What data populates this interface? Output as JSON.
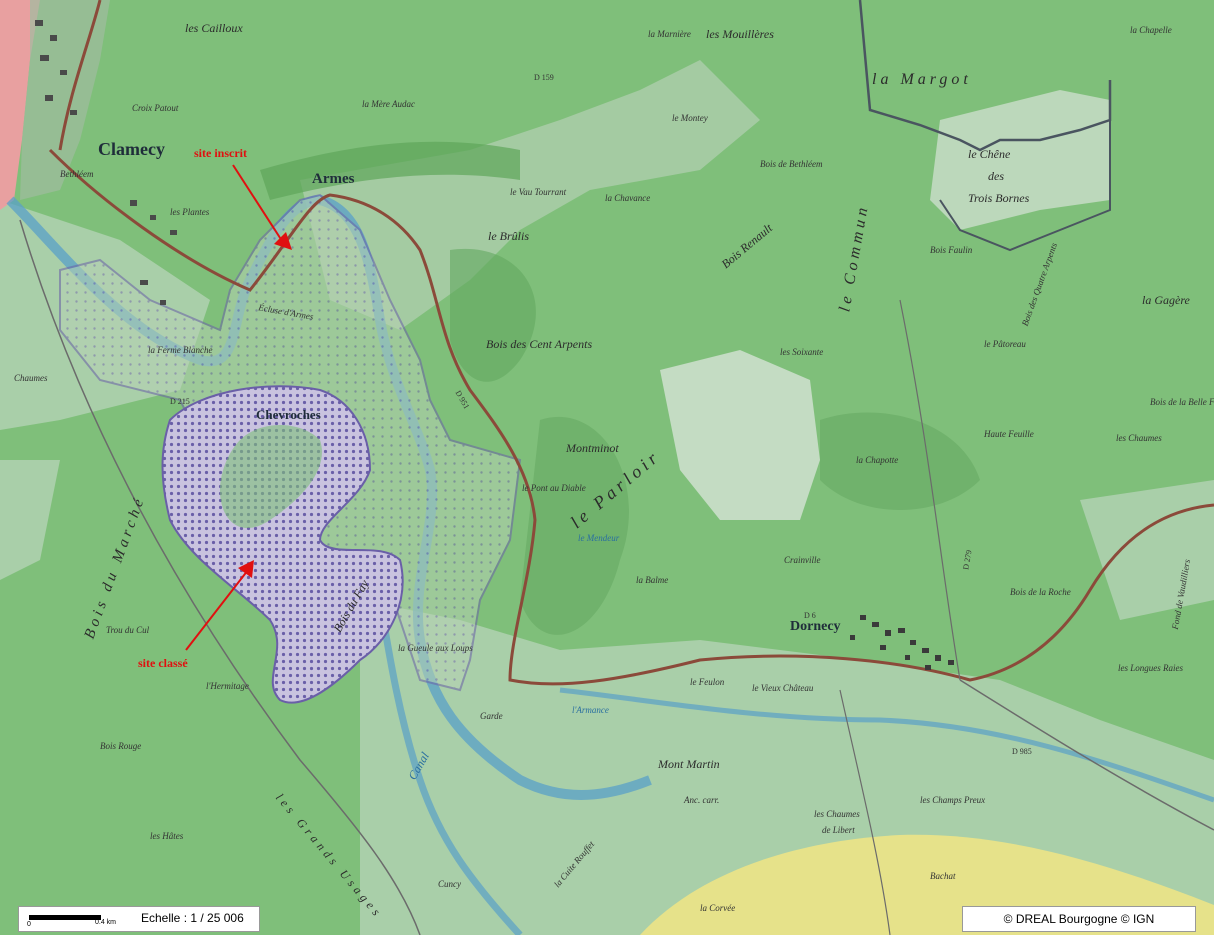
{
  "places": {
    "clamecy": "Clamecy",
    "armes": "Armes",
    "chevroches": "Chevroches",
    "dornecy": "Dornecy",
    "bethleem": "Bethléem",
    "les_plantes": "les Plantes",
    "la_ferme_blanche": "la Ferme Blanche",
    "chaumes": "Chaumes",
    "les_cailloux": "les Cailloux",
    "croix_patout": "Croix Patout",
    "la_mere_audac": "la Mère Audac",
    "la_marniere": "la Marnière",
    "les_mouillees": "les Mouillères",
    "la_margot": "la Margot",
    "le_chene": "le Chêne",
    "des": "des",
    "trois_bornes": "Trois Bornes",
    "la_chapelle": "la Chapelle",
    "le_montey": "le Montey",
    "le_vau_tourrant": "le Vau Tourrant",
    "la_chavance": "la Chavance",
    "bois_de_bethleem": "Bois de Bethléem",
    "le_brulis": "le Brûlis",
    "bois_renault": "Bois Renault",
    "le_commun": "le Commun",
    "bois_faulin": "Bois Faulin",
    "bois_des_quatre_arpents": "Bois des Quatre Arpents",
    "la_gagere": "la Gagère",
    "bois_des_cent_arpents": "Bois des Cent Arpents",
    "les_soixante": "les Soixante",
    "le_patoreau": "le Pâtoreau",
    "montminot": "Montminot",
    "le_parloir": "le Parloir",
    "le_pont_au_diable": "le Pont au Diable",
    "la_chapotte": "la Chapotte",
    "haute_feuille": "Haute Feuille",
    "les_chaumes_top": "les Chaumes",
    "bois_de_la_belle_foret": "Bois de la Belle Forêt",
    "bois_de_la_roche": "Bois de la Roche",
    "crainville": "Crainville",
    "bois_du_marche": "Bois du Marché",
    "bois_du_fay": "Bois du Fay",
    "la_gueule_aux_loups": "la Gueule aux Loups",
    "le_feulon": "le Feulon",
    "le_vieux_chateau": "le Vieux Château",
    "mont_martin": "Mont Martin",
    "anc_carr": "Anc. carr.",
    "les_chaumes_de_libert": "les Chaumes",
    "de_libert": "de Libert",
    "les_champs_preux": "les Champs Preux",
    "bois_rouge": "Bois Rouge",
    "l_hermitage": "l'Hermitage",
    "trou_du_cul": "Trou du Cul",
    "les_hates": "les Hâtes",
    "les_grands_usages": "les Grands Usages",
    "cuncy": "Cuncy",
    "la_cuite_rouffet": "la Cuite Rouffet",
    "bachat": "Bachat",
    "la_corvee": "la Corvée",
    "garde": "Garde",
    "l_armance": "l'Armance",
    "canal": "Canal",
    "les_longues_raies": "les Longues Raies",
    "fond_de_vaudilliers": "Fond de Vaudilliers",
    "ecluse_d_armes": "Écluse d'Armes",
    "le_mendeur": "le Mendeur",
    "la_balme": "la Balme"
  },
  "roads": {
    "d159": "D 159",
    "d215": "D 215",
    "d951": "D 951",
    "d985": "D 985",
    "d6": "D 6",
    "d279": "D 279"
  },
  "annotations": {
    "site_inscrit": "site inscrit",
    "site_classe": "site classé"
  },
  "scale": {
    "zero": "0",
    "max_km": "0.4 km",
    "label": "Echelle : 1 / 25 006"
  },
  "credit": "© DREAL Bourgogne © IGN",
  "colors": {
    "forest": "#7fbf7a",
    "open_land": "#a9cfa9",
    "urban": "#e8a0a0",
    "yellow_zone": "#e6e28a",
    "site_boundary": "#6a5fa8",
    "road": "#8b4a3a",
    "river": "#5aa0c8",
    "annotation": "#e01010"
  }
}
